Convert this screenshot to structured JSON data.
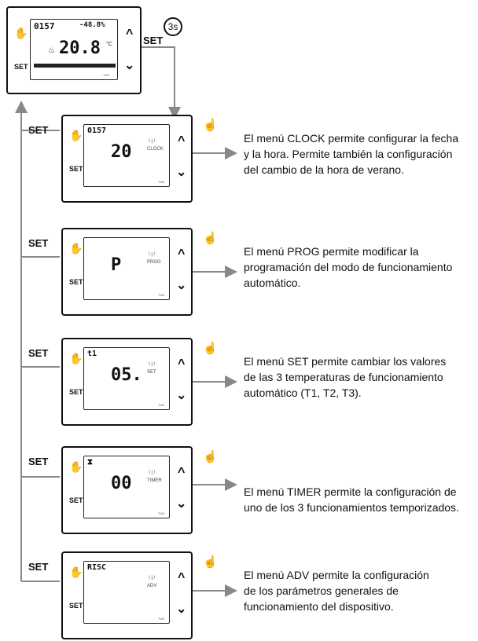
{
  "hold_time": "3s",
  "set_key": "SET",
  "top": {
    "counter": "0157",
    "humidity": "-48.8%",
    "temp": "20.8",
    "unit": "°C",
    "tud": "TUD"
  },
  "menus": [
    {
      "key": "clock",
      "screen_a": "0157",
      "screen_b": "20",
      "menu_word": "CLOCK",
      "desc": [
        "El menú CLOCK permite configurar la fecha",
        "y la hora. Permite también la configuración",
        "del cambio de la hora de verano."
      ]
    },
    {
      "key": "prog",
      "screen_a": "",
      "screen_b": "P",
      "menu_word": "PROG",
      "desc": [
        "El menú PROG permite modificar la",
        "programación del modo de funcionamiento",
        "automático."
      ]
    },
    {
      "key": "set",
      "screen_a": "t1",
      "screen_b": "05.",
      "menu_word": "SET",
      "desc": [
        "El menú SET permite cambiar los valores",
        "de las 3 temperaturas de funcionamiento",
        "automático (T1, T2, T3)."
      ]
    },
    {
      "key": "timer",
      "screen_a": "⧗",
      "screen_b": "00",
      "menu_word": "TIMER",
      "desc": [
        "El menú TIMER permite la configuración de",
        "uno de los 3 funcionamientos temporizados."
      ]
    },
    {
      "key": "adv",
      "screen_a": "RISC",
      "screen_b": "",
      "menu_word": "ADV",
      "desc": [
        "El menú ADV permite la configuración",
        "de los parámetros generales de",
        "funcionamiento del dispositivo."
      ]
    }
  ]
}
